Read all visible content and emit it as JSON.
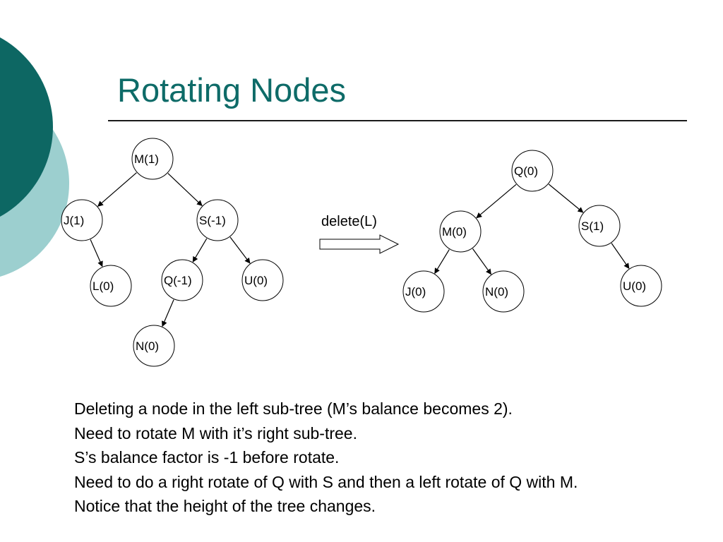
{
  "slide": {
    "title": "Rotating Nodes",
    "colors": {
      "title": "#0e6b68",
      "decor_dark": "#0d6763",
      "decor_light": "#9ccfcf"
    }
  },
  "before_tree": {
    "nodes": [
      {
        "id": "M",
        "label": "M(1)"
      },
      {
        "id": "J",
        "label": "J(1)"
      },
      {
        "id": "S",
        "label": "S(-1)"
      },
      {
        "id": "L",
        "label": "L(0)"
      },
      {
        "id": "Q",
        "label": "Q(-1)"
      },
      {
        "id": "U",
        "label": "U(0)"
      },
      {
        "id": "N",
        "label": "N(0)"
      }
    ],
    "edges": [
      [
        "M",
        "J"
      ],
      [
        "M",
        "S"
      ],
      [
        "J",
        "L"
      ],
      [
        "S",
        "Q"
      ],
      [
        "S",
        "U"
      ],
      [
        "Q",
        "N"
      ]
    ]
  },
  "operation": {
    "label": "delete(L)",
    "arrow_icon": "block-arrow-right-icon"
  },
  "after_tree": {
    "nodes": [
      {
        "id": "Q",
        "label": "Q(0)"
      },
      {
        "id": "M",
        "label": "M(0)"
      },
      {
        "id": "S",
        "label": "S(1)"
      },
      {
        "id": "J",
        "label": "J(0)"
      },
      {
        "id": "N",
        "label": "N(0)"
      },
      {
        "id": "U",
        "label": "U(0)"
      }
    ],
    "edges": [
      [
        "Q",
        "M"
      ],
      [
        "Q",
        "S"
      ],
      [
        "M",
        "J"
      ],
      [
        "M",
        "N"
      ],
      [
        "S",
        "U"
      ]
    ]
  },
  "notes": [
    "Deleting a node in the left sub-tree (M’s balance becomes 2).",
    "Need to rotate M with it’s right sub-tree.",
    "S’s balance factor is -1 before rotate.",
    "Need to do a right rotate of Q with S and then a left rotate of Q with M.",
    "Notice that the height of the tree changes."
  ]
}
